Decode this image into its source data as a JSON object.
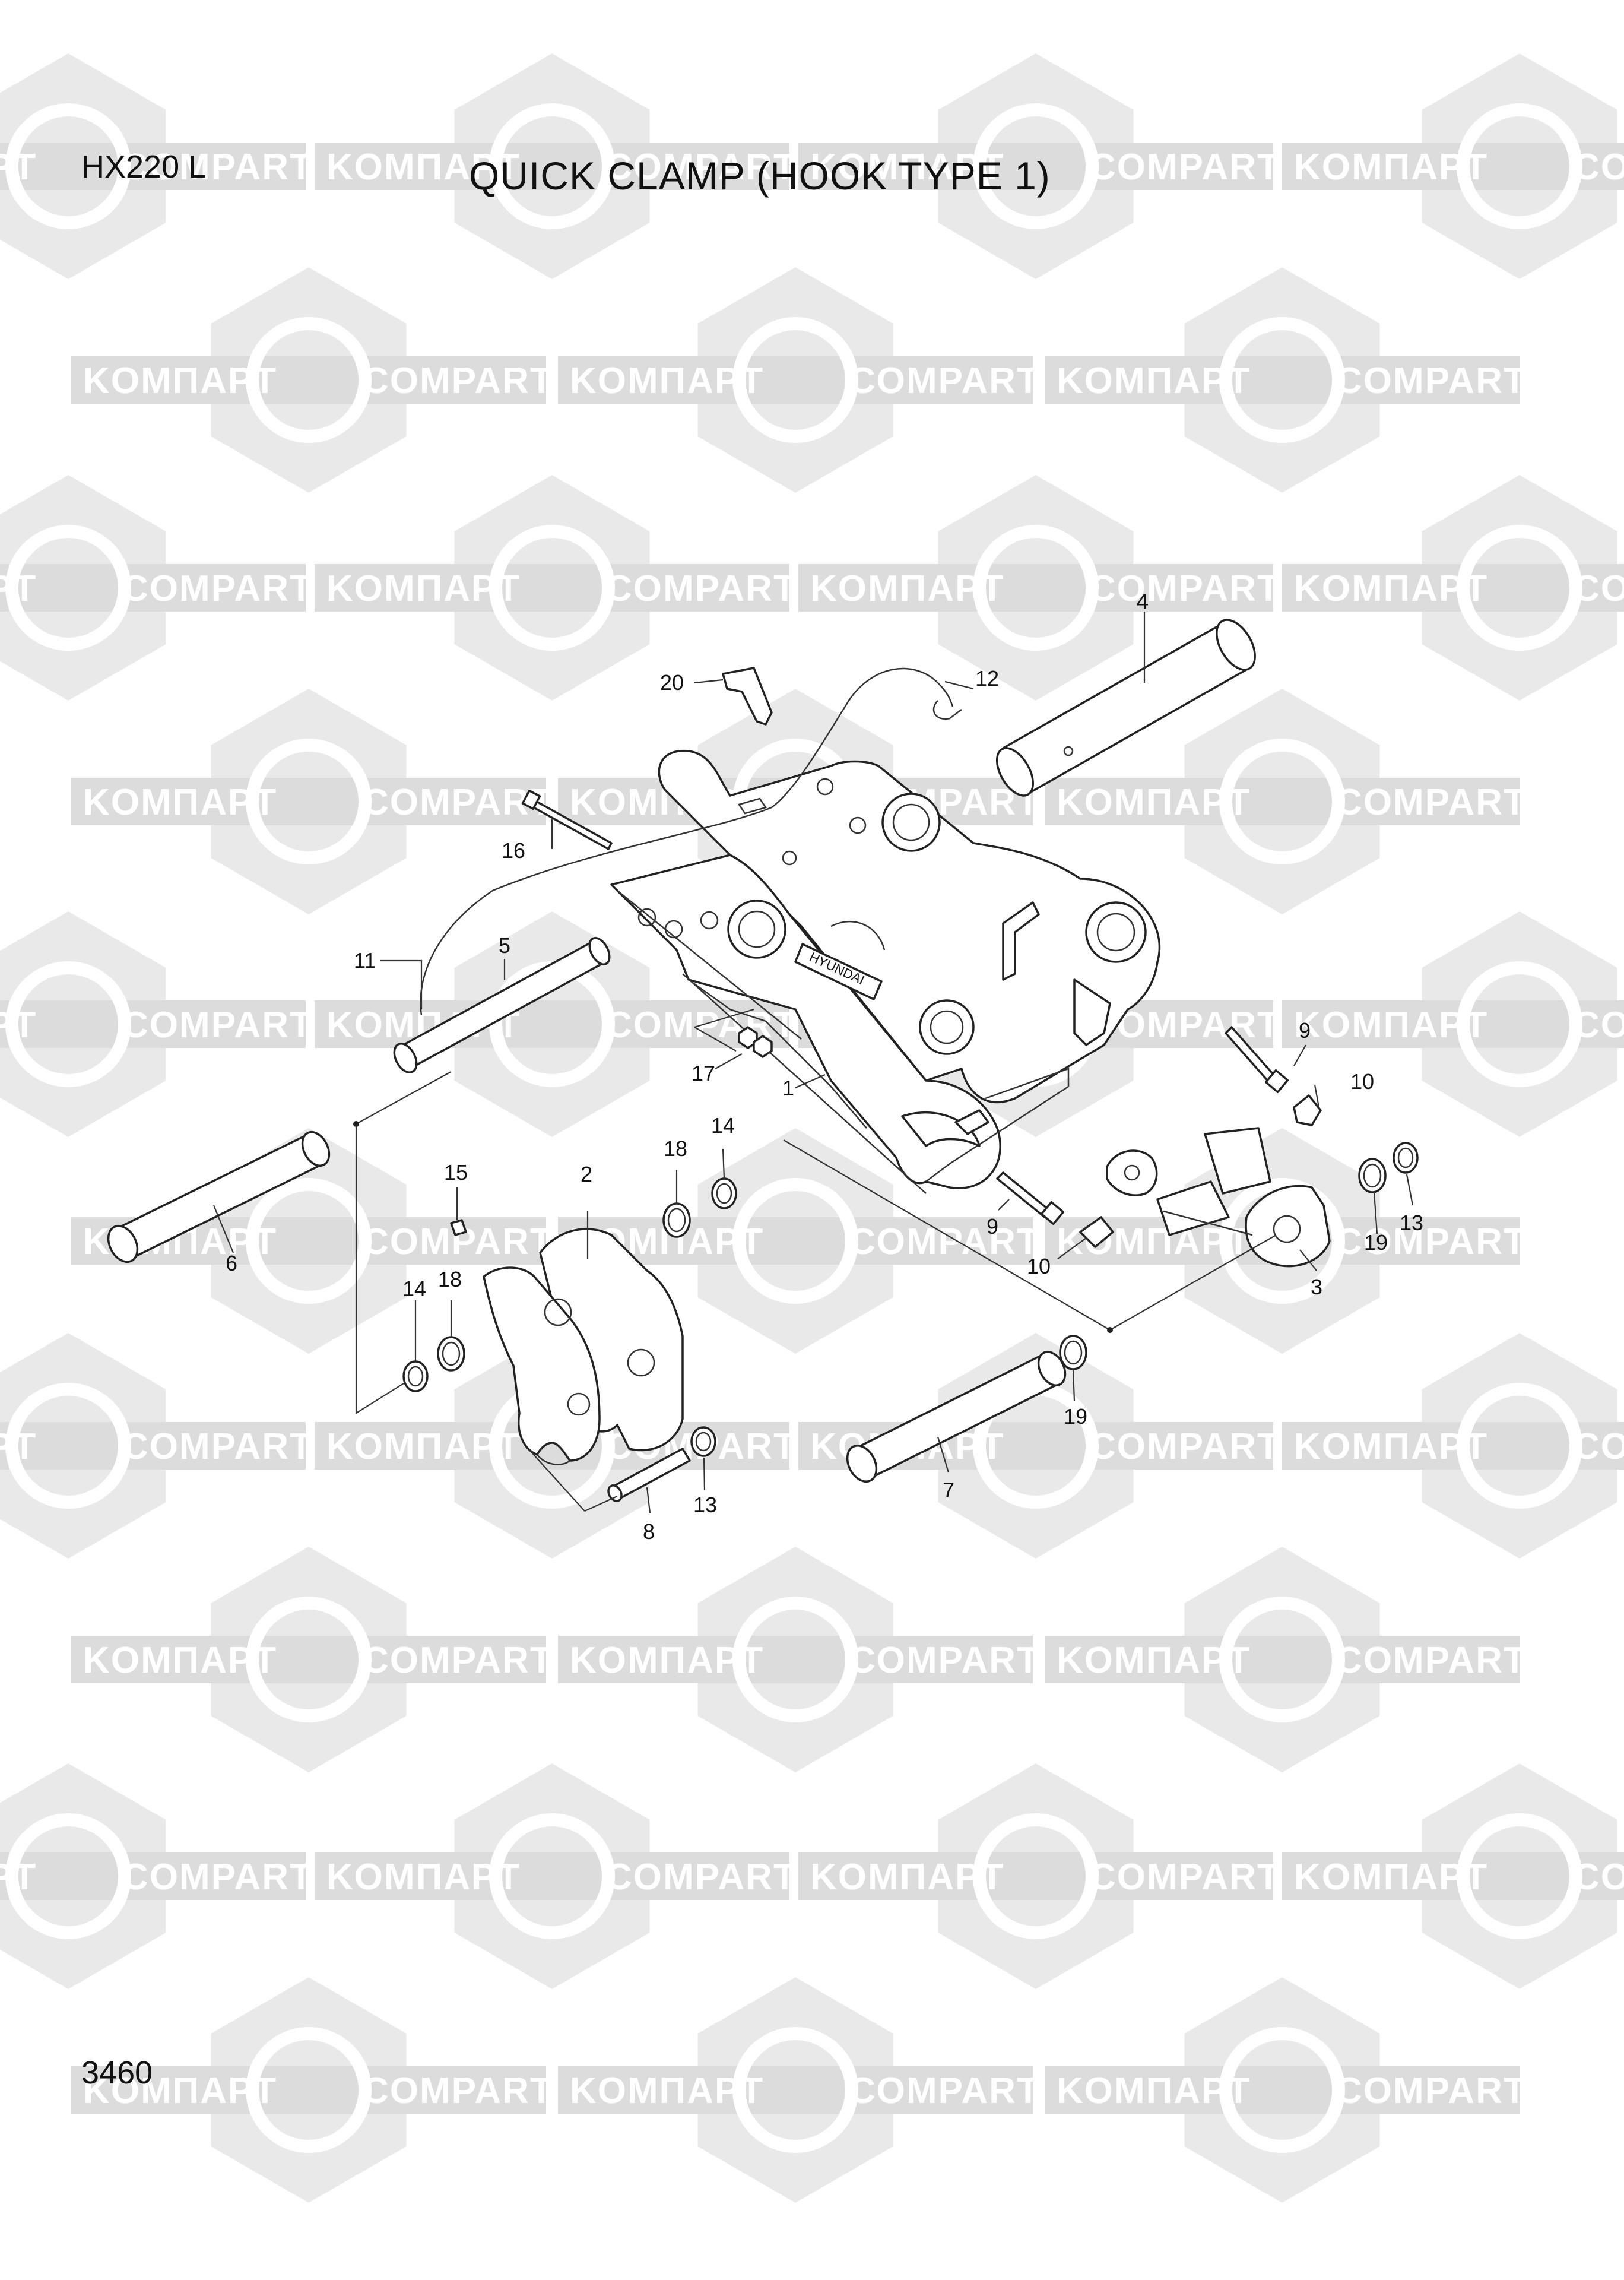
{
  "header": {
    "model": "HX220 L",
    "title": "QUICK CLAMP (HOOK TYPE 1)"
  },
  "footer": {
    "page_number": "3460"
  },
  "watermark": {
    "text_cyrillic": "KOMПAPT",
    "text_latin": "COMPART"
  },
  "diagram": {
    "brand_plate_text": "HYUNDAI",
    "callouts": [
      "1",
      "2",
      "3",
      "4",
      "5",
      "6",
      "7",
      "8",
      "9",
      "9",
      "10",
      "10",
      "11",
      "12",
      "13",
      "13",
      "14",
      "14",
      "15",
      "16",
      "17",
      "18",
      "18",
      "19",
      "19",
      "20"
    ]
  }
}
